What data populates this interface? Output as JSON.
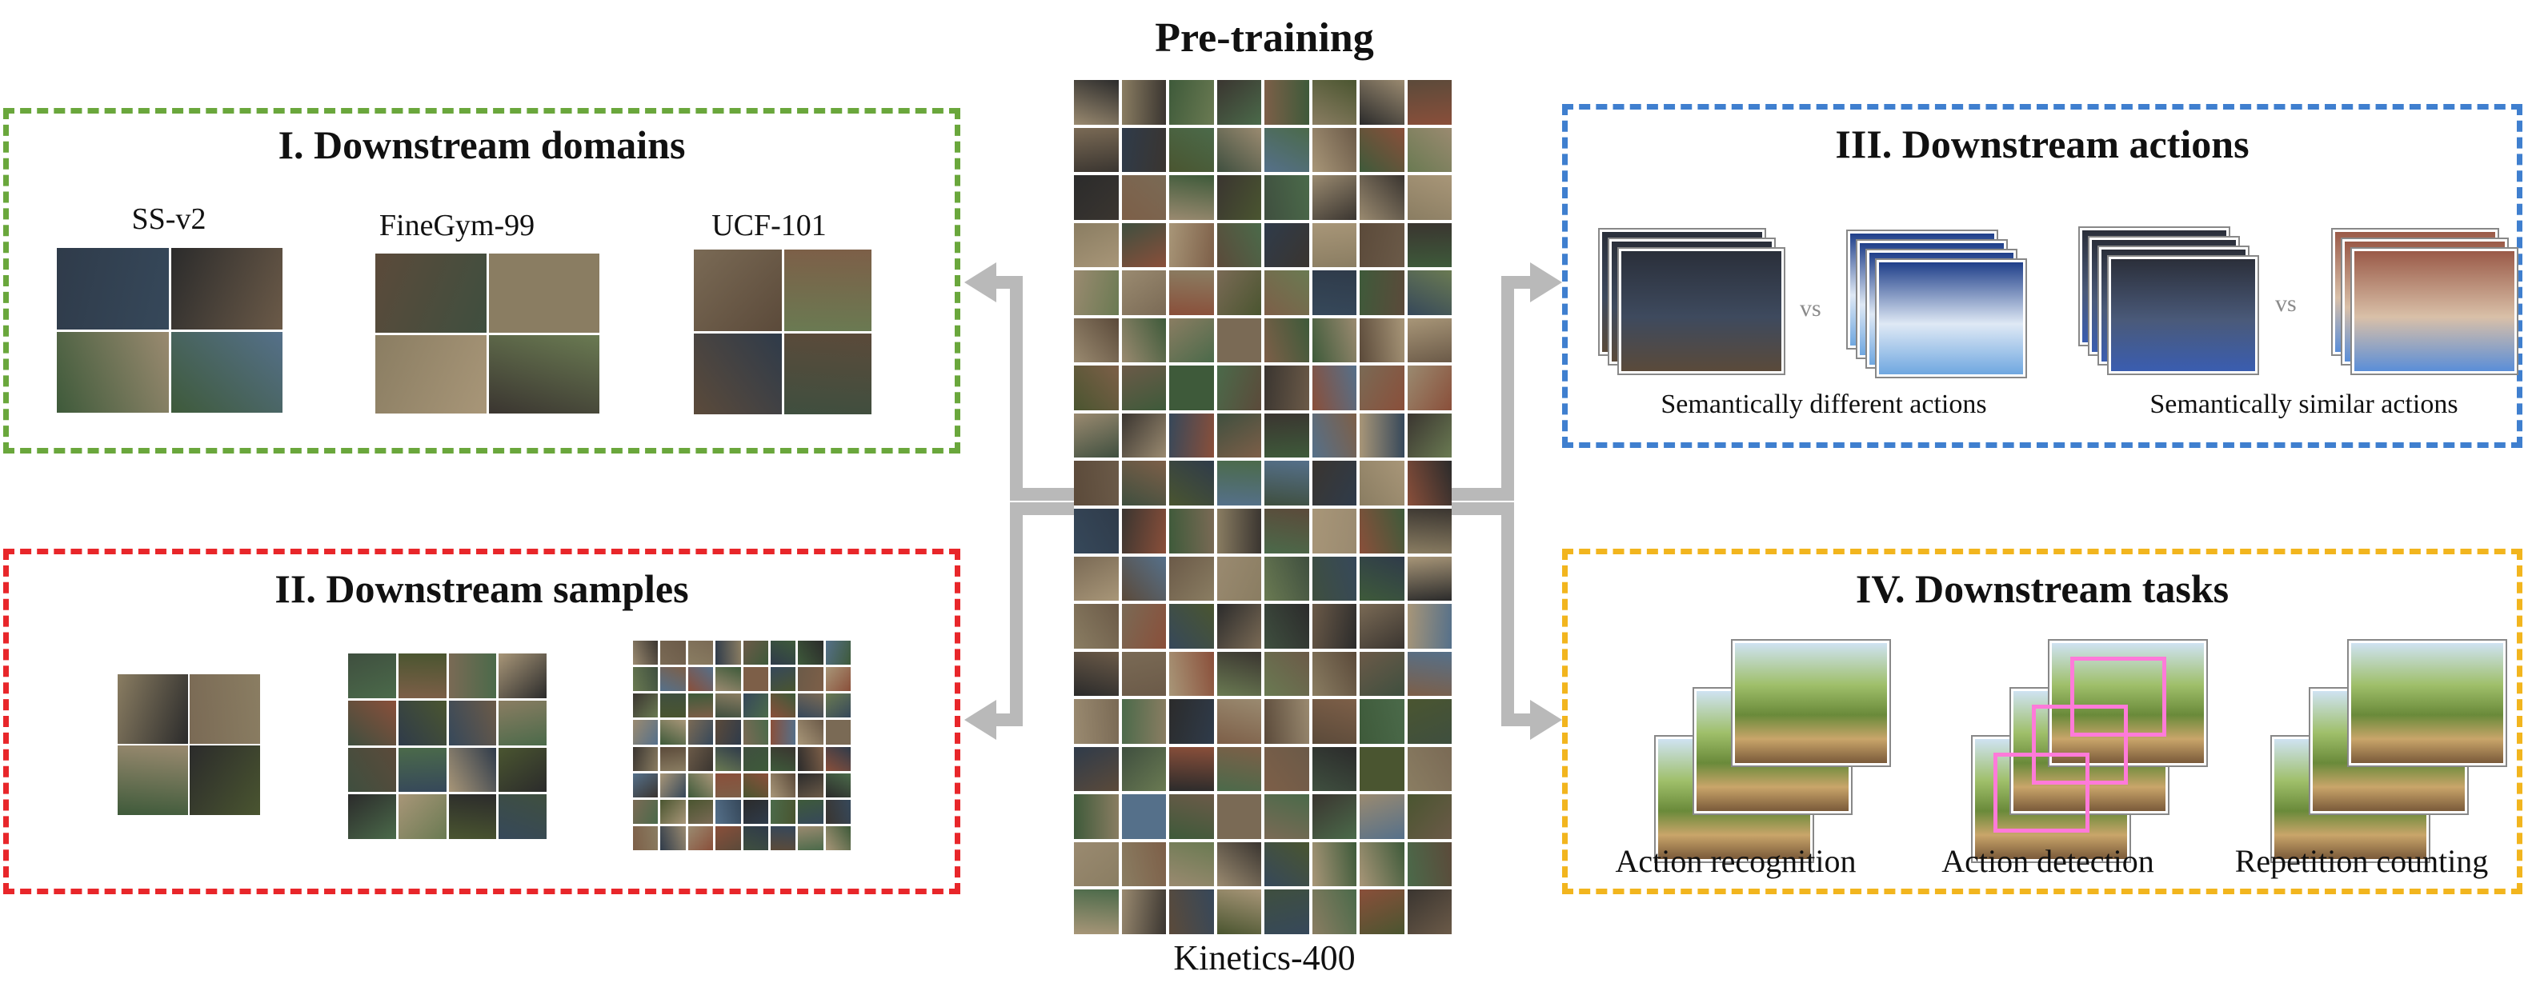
{
  "center": {
    "title": "Pre-training",
    "dataset": "Kinetics-400"
  },
  "panels": {
    "domains": {
      "title": "I. Downstream domains",
      "color": "#6aa73c",
      "datasets": [
        "SS-v2",
        "FineGym-99",
        "UCF-101"
      ]
    },
    "samples": {
      "title": "II. Downstream samples",
      "color": "#e8262a"
    },
    "actions": {
      "title": "III. Downstream actions",
      "color": "#3f7fcf",
      "vs_label": "vs",
      "captions": [
        "Semantically different actions",
        "Semantically similar actions"
      ]
    },
    "tasks": {
      "title": "IV. Downstream tasks",
      "color": "#f2b51e",
      "captions": [
        "Action recognition",
        "Action detection",
        "Repetition counting"
      ]
    }
  },
  "arrow_color": "#b9b9b9"
}
